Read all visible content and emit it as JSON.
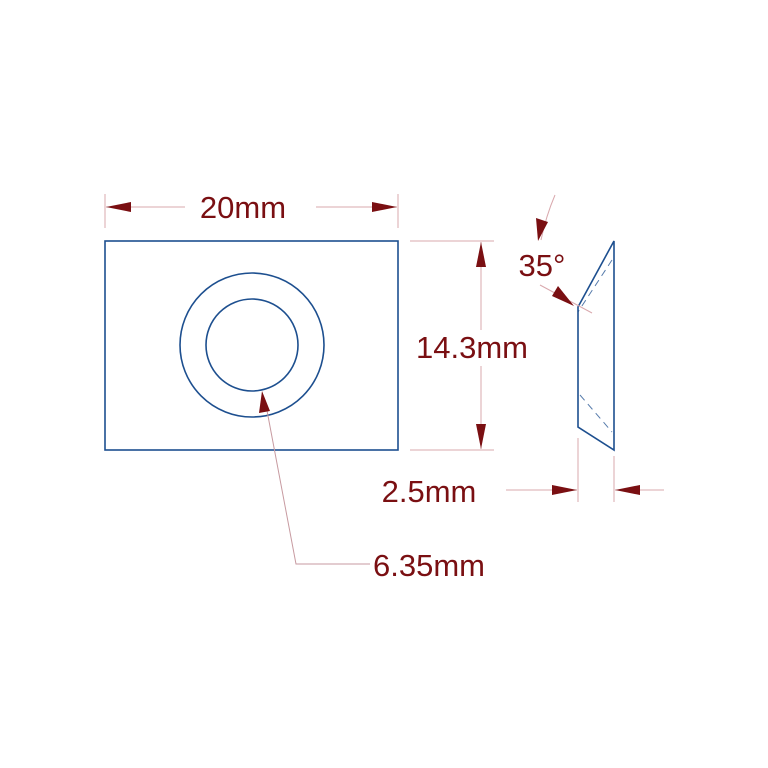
{
  "dimensions": {
    "width": "20mm",
    "height": "14.3mm",
    "angle": "35°",
    "thickness": "2.5mm",
    "hole": "6.35mm"
  },
  "colors": {
    "part_outline": "#1d4f8f",
    "dimension_text": "#7a0f12",
    "extension_lines": "#d9a8ad"
  }
}
